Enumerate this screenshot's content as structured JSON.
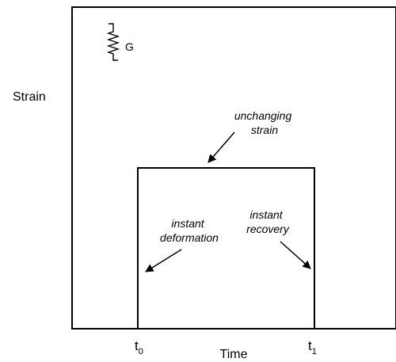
{
  "chart_data": {
    "type": "line",
    "title": "",
    "xlabel": "Time",
    "ylabel": "Strain",
    "x_ticks": [
      {
        "base": "t",
        "sub": "0"
      },
      {
        "base": "t",
        "sub": "1"
      }
    ],
    "series": [
      {
        "points": [
          {
            "x": "before t0",
            "y": 0
          },
          {
            "x": "t0",
            "y": 0
          },
          {
            "x": "t0",
            "y": 1
          },
          {
            "x": "t1",
            "y": 1
          },
          {
            "x": "t1",
            "y": 0
          },
          {
            "x": "after t1",
            "y": 0
          }
        ]
      }
    ],
    "annotations": [
      {
        "id": "unchanging",
        "lines": [
          "unchanging",
          "strain"
        ]
      },
      {
        "id": "deformation",
        "lines": [
          "instant",
          "deformation"
        ]
      },
      {
        "id": "recovery",
        "lines": [
          "instant",
          "recovery"
        ]
      }
    ],
    "spring": {
      "icon": "spring-icon",
      "label": "G"
    },
    "grid": false,
    "legend": "none"
  }
}
